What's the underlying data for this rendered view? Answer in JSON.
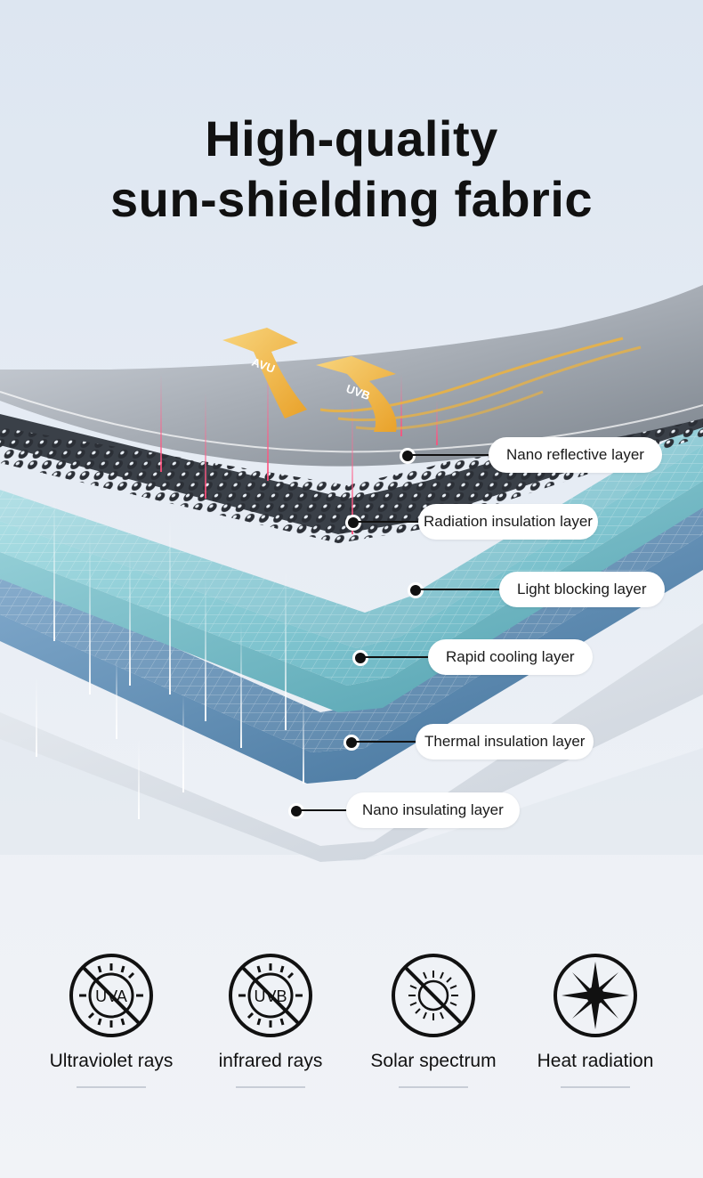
{
  "title": {
    "line1": "High-quality",
    "line2": "sun-shielding fabric"
  },
  "arrows": {
    "uva_label": "AVU",
    "uvb_label": "UVB"
  },
  "layers": [
    {
      "label": "Nano reflective layer"
    },
    {
      "label": "Radiation insulation layer"
    },
    {
      "label": "Light blocking layer"
    },
    {
      "label": "Rapid cooling layer"
    },
    {
      "label": "Thermal insulation layer"
    },
    {
      "label": "Nano insulating layer"
    }
  ],
  "features": [
    {
      "label": "Ultraviolet rays",
      "icon": "no-uva-icon",
      "icon_text": "UVA"
    },
    {
      "label": "infrared rays",
      "icon": "no-uvb-icon",
      "icon_text": "UVB"
    },
    {
      "label": "Solar spectrum",
      "icon": "no-sun-icon"
    },
    {
      "label": "Heat radiation",
      "icon": "heat-star-icon"
    }
  ],
  "colors": {
    "arrow": "#f2b437",
    "cyan_layer": "#7fc4cf",
    "blue_layer": "#5e8fb5",
    "reflective_layer": "#9aa3ab"
  }
}
